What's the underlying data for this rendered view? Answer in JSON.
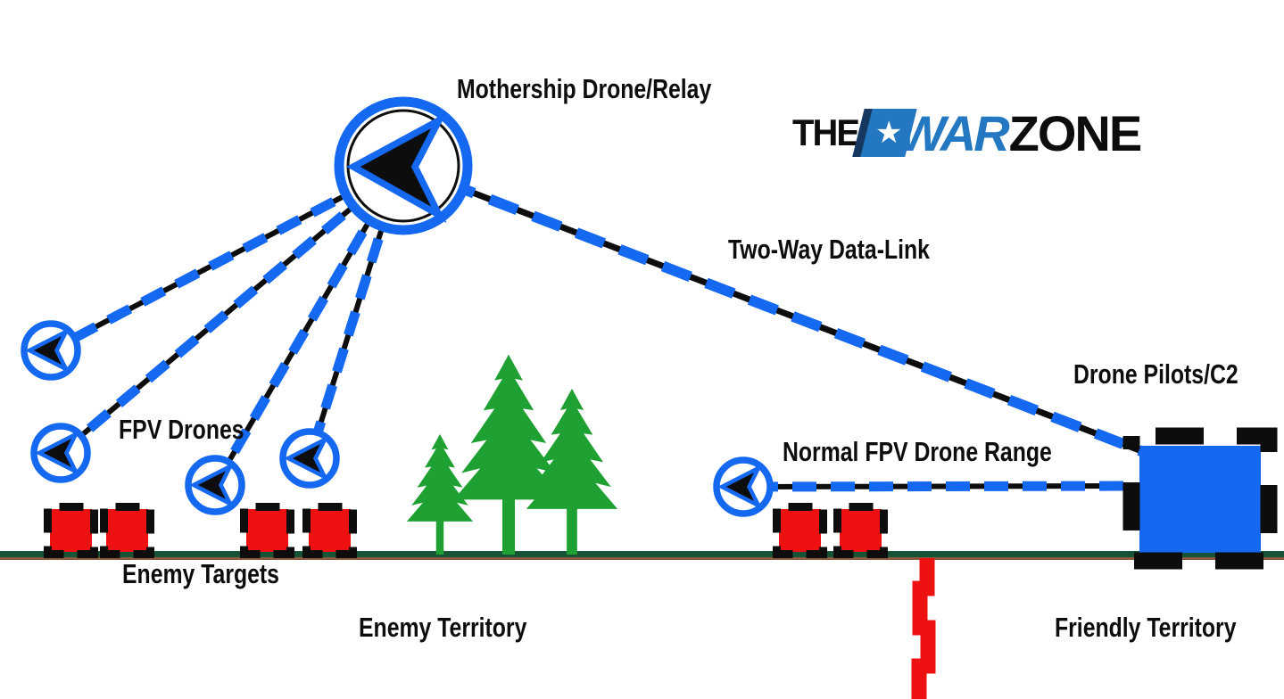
{
  "diagram_title": "Mothership drone relay over enemy territory concept diagram",
  "logo": {
    "the": "THE",
    "star": "★",
    "war": "WAR",
    "zone": "ZONE"
  },
  "labels": {
    "mothership": "Mothership Drone/Relay",
    "data_link": "Two-Way Data-Link",
    "fpv_drones": "FPV Drones",
    "fpv_range": "Normal FPV Drone Range",
    "drone_pilots": "Drone Pilots/C2",
    "enemy_targets": "Enemy Targets",
    "enemy_territory": "Enemy Territory",
    "friendly_territory": "Friendly Territory"
  },
  "counts": {
    "mothership_drones": 1,
    "fpv_drones": 5,
    "relay_links_to_fpv": 4,
    "enemy_targets": 6,
    "trees": 3,
    "control_buildings": 1
  },
  "colors": {
    "blue": "#1568f0",
    "ink": "#0d0d0d",
    "red": "#ee1111",
    "treeGreen": "#1fa033",
    "groundGreen": "#175437",
    "groundBrown": "#8a5a3e",
    "logoBlue": "#2478c2",
    "logoNavy": "#16375f"
  }
}
